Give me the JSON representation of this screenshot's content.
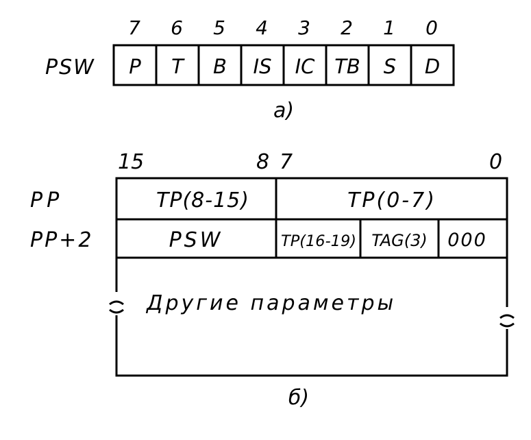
{
  "figure_a": {
    "register_label": "PSW",
    "bit_numbers": [
      "7",
      "6",
      "5",
      "4",
      "3",
      "2",
      "1",
      "0"
    ],
    "bits": [
      "P",
      "T",
      "B",
      "IS",
      "IC",
      "TB",
      "S",
      "D"
    ],
    "caption": "а)"
  },
  "figure_b": {
    "bit_labels": {
      "b15": "15",
      "b8": "8",
      "b7": "7",
      "b0": "0"
    },
    "row_labels": {
      "row1": "PP",
      "row2": "PP+2"
    },
    "row1_fields": {
      "high": "TP(8-15)",
      "low": "TP(0-7)"
    },
    "row2_fields": {
      "psw": "PSW",
      "tp": "TP(16-19)",
      "tag": "TAG(3)",
      "zeros": "000"
    },
    "other_params": "Другие параметры",
    "caption": "б)"
  }
}
